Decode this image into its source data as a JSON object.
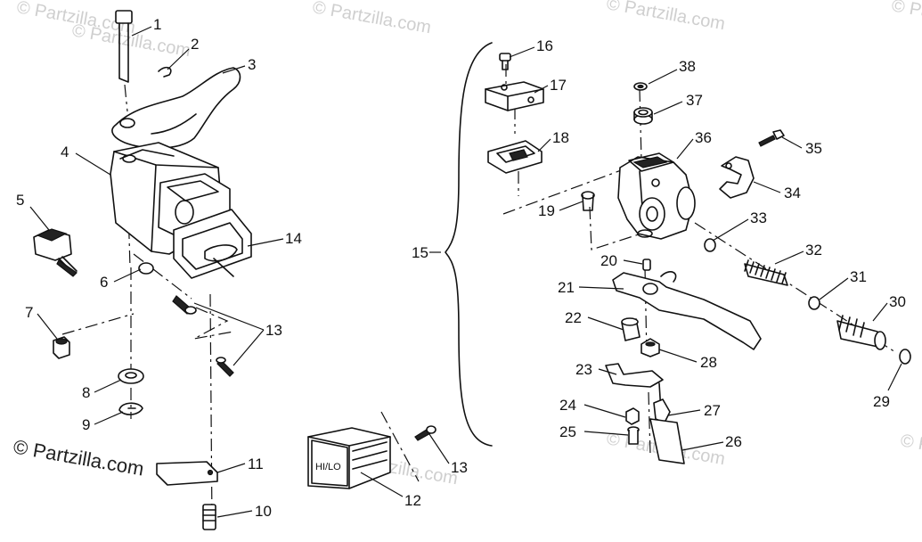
{
  "diagram": {
    "watermarks": [
      "© Partzilla.com",
      "© Partzilla.com",
      "© Partzilla.com",
      "© Partzilla.com",
      "© Partzilla.com",
      "© Partzilla.com",
      "© Partzilla.com",
      "© Partzilla.com"
    ],
    "watermark_main": "© Partzilla.com",
    "switch_label": "HI/LO",
    "callouts": [
      "1",
      "2",
      "3",
      "4",
      "5",
      "6",
      "7",
      "8",
      "9",
      "10",
      "11",
      "12",
      "13",
      "13",
      "14",
      "15",
      "16",
      "17",
      "18",
      "19",
      "20",
      "21",
      "22",
      "23",
      "24",
      "25",
      "26",
      "27",
      "28",
      "29",
      "30",
      "31",
      "32",
      "33",
      "34",
      "35",
      "36",
      "37",
      "38"
    ]
  }
}
